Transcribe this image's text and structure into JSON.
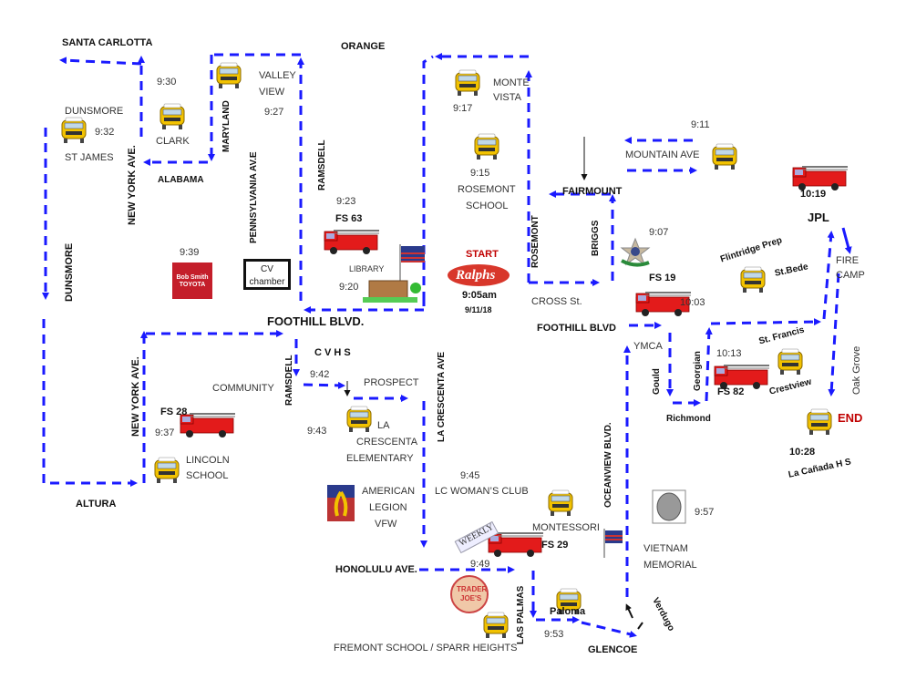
{
  "map": {
    "start": {
      "label": "START",
      "brand": "Ralphs",
      "time": "9:05am",
      "date": "9/11/18"
    },
    "end": {
      "label": "END",
      "time": "10:28",
      "place": "La Cañada H S"
    },
    "streets": {
      "santa_carlotta": "SANTA CARLOTTA",
      "orange": "ORANGE",
      "dunsmore": "DUNSMORE",
      "new_york_1": "NEW YORK AVE.",
      "new_york_2": "NEW YORK AVE.",
      "alabama": "ALABAMA",
      "maryland": "MARYLAND",
      "pennsylvania": "PENNSYLVANIA AV.E",
      "ramsdell_1": "RAMSDELL",
      "ramsdell_2": "RAMSDELL",
      "foothill_1": "FOOTHILL BLVD.",
      "foothill_2": "FOOTHILL  BLVD",
      "altura": "ALTURA",
      "la_crescenta": "LA CRESCENTA AVE",
      "rosemont": "ROSEMONT",
      "briggs": "BRIGGS",
      "fairmount": "FAIRMOUNT",
      "mountain": "MOUNTAIN AVE",
      "cross": "CROSS St.",
      "honolulu": "HONOLULU AVE.",
      "las_palmas": "LAS PALMAS",
      "glencoe": "GLENCOE",
      "verdugo": "Verdugo",
      "oceanview": "OCEANVIEW BLVD.",
      "gould": "Gould",
      "richmond": "Richmond",
      "georgian": "Georgian",
      "st_francis": "St. Francis",
      "oak_grove": "Oak Grove",
      "prospect": "PROSPECT"
    },
    "stops": {
      "dunsmore_st_james": {
        "line1": "DUNSMORE",
        "line2": "ST JAMES",
        "time": "9:32"
      },
      "clark": {
        "label": "CLARK",
        "time": "9:30"
      },
      "valley_view": {
        "line1": "VALLEY",
        "line2": "VIEW",
        "time": "9:27"
      },
      "fs63": {
        "label": "FS 63",
        "time": "9:23"
      },
      "library": {
        "label": "LIBRARY",
        "time": "9:20"
      },
      "monte_vista": {
        "line1": "MONTE",
        "line2": "VISTA",
        "time": "9:17"
      },
      "rosemont_school": {
        "line1": "ROSEMONT",
        "line2": "SCHOOL",
        "time": "9:15"
      },
      "mountain_bus": {
        "time": "9:11"
      },
      "sheriff": {
        "time": "9:07"
      },
      "fs19": {
        "label": "FS 19",
        "time": "10:03"
      },
      "fs_jpl": {
        "time": "10:19",
        "label": "JPL"
      },
      "fire_camp": {
        "line1": "FIRE",
        "line2": "CAMP"
      },
      "flintridge": "Flintridge Prep",
      "st_bede": "St.Bede",
      "toyota": {
        "time": "9:39",
        "brand": "Bob Smith TOYOTA"
      },
      "cv_chamber": {
        "line1": "CV",
        "line2": "chamber"
      },
      "community": "COMMUNITY",
      "fs28": {
        "label": "FS 28",
        "time": "9:37"
      },
      "lincoln": {
        "line1": "LINCOLN",
        "line2": "SCHOOL"
      },
      "cvhs": {
        "label": "C V H S",
        "time": "9:42"
      },
      "lce": {
        "line1": "LA",
        "line2": "CRESCENTA",
        "line3": "ELEMENTARY",
        "time": "9:43"
      },
      "womans_club": {
        "label": "LC WOMAN’S CLUB",
        "time": "9:45"
      },
      "legion": {
        "line1": "AMERICAN",
        "line2": "LEGION",
        "line3": "VFW"
      },
      "montessori": "MONTESSORI",
      "weekly": "WEEKLY",
      "fs29": {
        "label": "FS 29"
      },
      "honolulu_time": "9:49",
      "trader_joes": {
        "line1": "TRADER",
        "line2": "JOE'S"
      },
      "fremont": "FREMONT SCHOOL / SPARR HEIGHTS",
      "paloma": {
        "label": "Paloma",
        "time": "9:53"
      },
      "vietnam": {
        "line1": "VIETNAM",
        "line2": "MEMORIAL",
        "time": "9:57"
      },
      "ymca": "YMCA",
      "fs82": {
        "label": "FS 82",
        "time": "10:13"
      },
      "crestview": "Crestview"
    },
    "colors": {
      "route": "#1a1aff",
      "accent": "#c00000"
    }
  }
}
